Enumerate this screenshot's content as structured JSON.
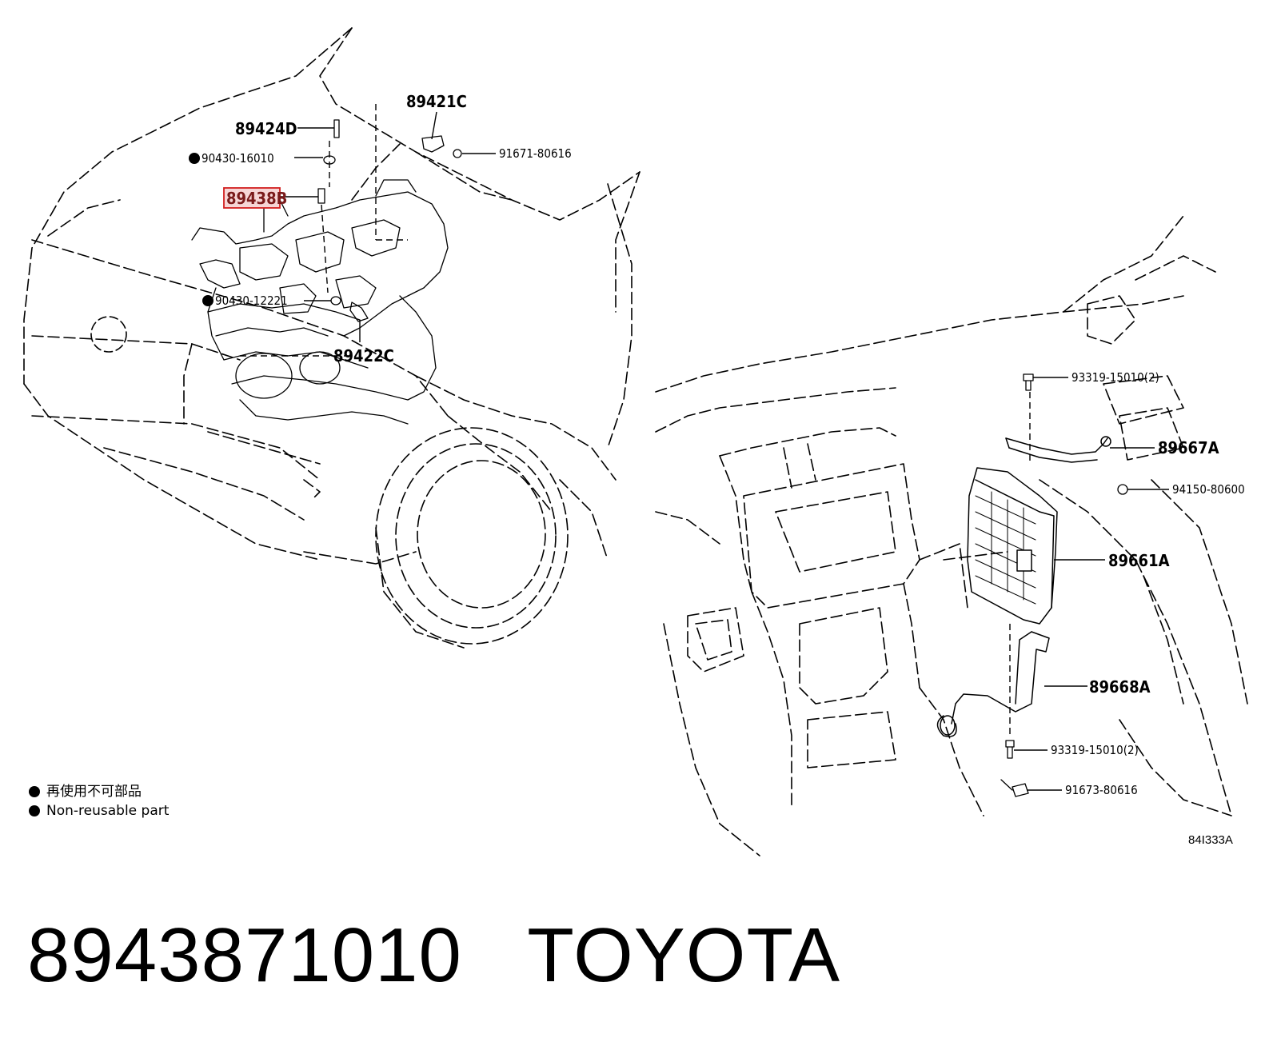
{
  "callouts": {
    "c89424D": "89424D",
    "c90430_16010": "90430-16010",
    "c89438B": "89438B",
    "c89421C": "89421C",
    "c91671_80616": "91671-80616",
    "c90430_12221": "90430-12221",
    "c89422C": "89422C",
    "c93319_15010_top": "93319-15010(2)",
    "c89667A": "89667A",
    "c94150_80600": "94150-80600",
    "c89661A": "89661A",
    "c89668A": "89668A",
    "c93319_15010_bottom": "93319-15010(2)",
    "c91673_80616": "91673-80616"
  },
  "legend": {
    "jp": "再使用不可部品",
    "en": "Non-reusable part"
  },
  "illustration_code": "84I333A",
  "footer": {
    "part_number": "8943871010",
    "brand": "TOYOTA"
  },
  "colors": {
    "line": "#000000",
    "highlight": "#d21f1f",
    "highlight_fill": "#f6d6d6"
  }
}
